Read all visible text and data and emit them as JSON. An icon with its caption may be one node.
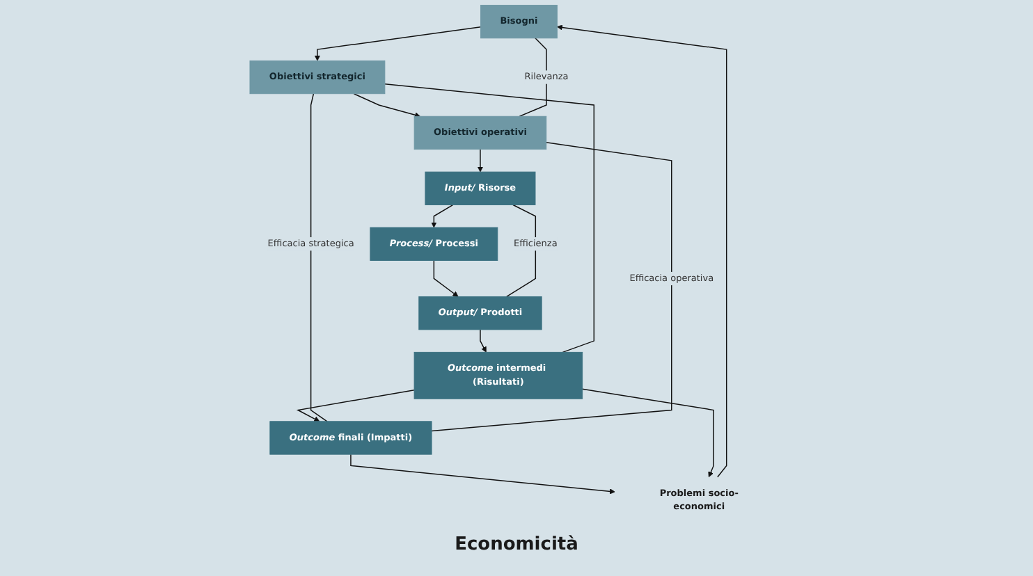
{
  "diagram": {
    "nodes": [
      {
        "text": [
          "Bisogni"
        ]
      },
      {
        "text": [
          "Problemi socio-economici"
        ]
      },
      {
        "text": [
          "*Outcome* finali (Impatti)"
        ]
      },
      {
        "text": [
          "Obiettivi strategici"
        ]
      },
      {
        "text": [
          "*Outcome* intermedi (Risultati)"
        ]
      },
      {
        "text": [
          "Obiettivi operativi"
        ]
      },
      {
        "text": [
          "*Input/* Risorse"
        ]
      },
      {
        "text": [
          "*Process/* Processi"
        ]
      },
      {
        "text": [
          "*Output/* Prodotti"
        ]
      }
    ],
    "edges": [
      {
        "from": 1,
        "to": 0,
        "arrow": "to"
      },
      {
        "from": 2,
        "to": 1,
        "arrow": "to"
      },
      {
        "from": 4,
        "to": 1,
        "arrow": "to"
      },
      {
        "from": 0,
        "to": 3,
        "arrow": "to"
      },
      {
        "from": 3,
        "to": 5,
        "arrow": "to"
      },
      {
        "from": 5,
        "to": 6,
        "arrow": "to"
      },
      {
        "from": 6,
        "to": 7,
        "arrow": "to"
      },
      {
        "from": 7,
        "to": 8,
        "arrow": "to"
      },
      {
        "from": 8,
        "to": 4,
        "arrow": "to"
      },
      {
        "from": 4,
        "to": 2,
        "arrow": "to"
      },
      {
        "from": 0,
        "to": 5,
        "arrow": "none",
        "label": "Rilevanza"
      },
      {
        "from": 3,
        "to": 2,
        "arrow": "none",
        "label": "Efficacia strategica"
      },
      {
        "from": 3,
        "to": 4,
        "arrow": "none"
      },
      {
        "from": 6,
        "to": 8,
        "arrow": "none",
        "label": "Efficienza"
      },
      {
        "from": 5,
        "to": 2,
        "arrow": "none",
        "label": "Efficacia operativa"
      }
    ],
    "labels": [
      "Economicità"
    ]
  }
}
